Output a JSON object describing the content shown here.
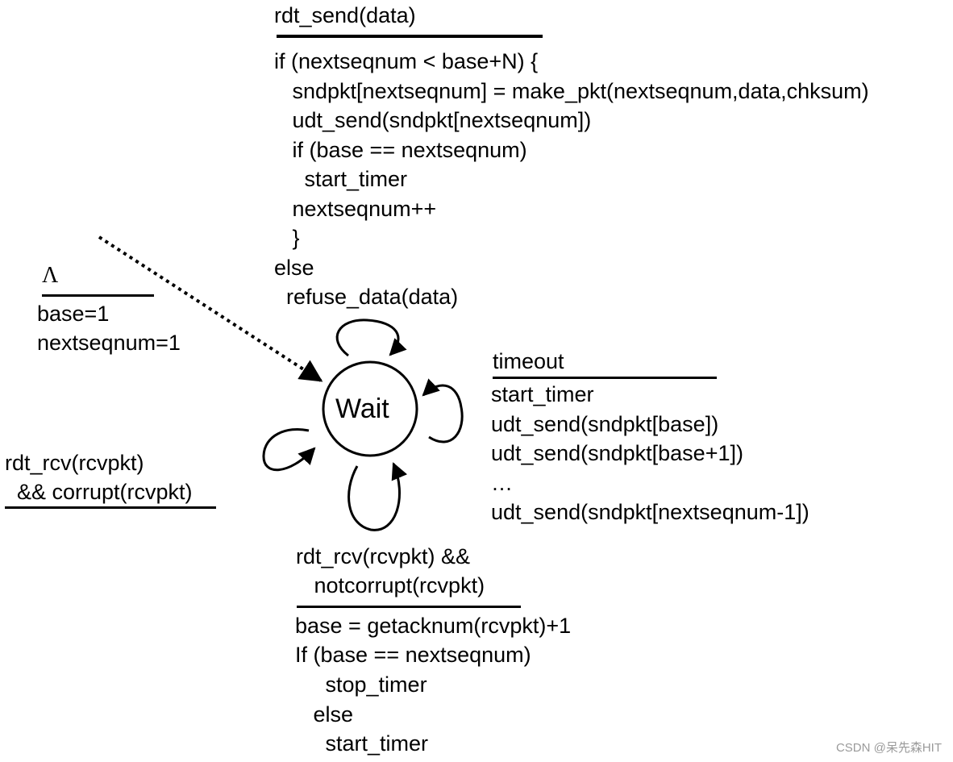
{
  "state": {
    "name": "Wait"
  },
  "init": {
    "event": "Λ",
    "actions": [
      "base=1",
      "nextseqnum=1"
    ]
  },
  "send": {
    "event": "rdt_send(data)",
    "actions": [
      "if (nextseqnum < base+N) {",
      "   sndpkt[nextseqnum] = make_pkt(nextseqnum,data,chksum)",
      "   udt_send(sndpkt[nextseqnum])",
      "   if (base == nextseqnum)",
      "     start_timer",
      "   nextseqnum++",
      "   }",
      "else",
      "  refuse_data(data)"
    ]
  },
  "timeout": {
    "event": "timeout",
    "actions": [
      "start_timer",
      "udt_send(sndpkt[base])",
      "udt_send(sndpkt[base+1])",
      "…",
      "udt_send(sndpkt[nextseqnum-1])"
    ]
  },
  "corrupt": {
    "event": [
      "rdt_rcv(rcvpkt)",
      "  && corrupt(rcvpkt)"
    ]
  },
  "ack": {
    "event": [
      "rdt_rcv(rcvpkt) &&",
      "   notcorrupt(rcvpkt)"
    ],
    "actions": [
      "base = getacknum(rcvpkt)+1",
      "If (base == nextseqnum)",
      "     stop_timer",
      "   else",
      "     start_timer"
    ]
  },
  "watermark": "CSDN @呆先森HIT"
}
